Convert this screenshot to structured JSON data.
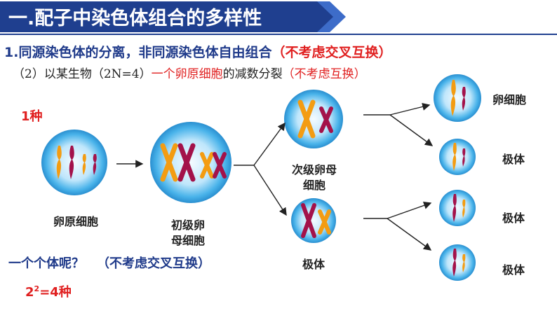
{
  "title": "一.配子中染色体组合的多样性",
  "heading": {
    "main": "1.同源染色体的分离，非同源染色体自由组合",
    "note": "（不考虑交叉互换）"
  },
  "subline": {
    "prefix": "（2）以某生物（2N=4）",
    "highlight": "一个卵原细胞",
    "middle": "的减数分裂",
    "note": "（不考虑互换）"
  },
  "one_kind": "1种",
  "labels": {
    "oogonium": "卵原细胞",
    "primary_line1": "初级卵",
    "primary_line2": "母细胞",
    "secondary_line1": "次级卵母",
    "secondary_line2": "细胞",
    "polar_body_first": "极体",
    "egg": "卵细胞",
    "polar_1": "极体",
    "polar_2": "极体",
    "polar_3": "极体"
  },
  "question": {
    "text": "一个个体呢？",
    "note": "（不考虑交叉互换）"
  },
  "answer": {
    "base": "2",
    "exp": "2",
    "rest": "=4种"
  },
  "colors": {
    "banner": "#1f3f8f",
    "heading": "#1f3a8a",
    "red": "#e02020",
    "orange_chromosome": "#f39c12",
    "crimson_chromosome": "#a3124a",
    "cell_light": "#e6f6ff",
    "cell_dark": "#2e9fe0"
  }
}
